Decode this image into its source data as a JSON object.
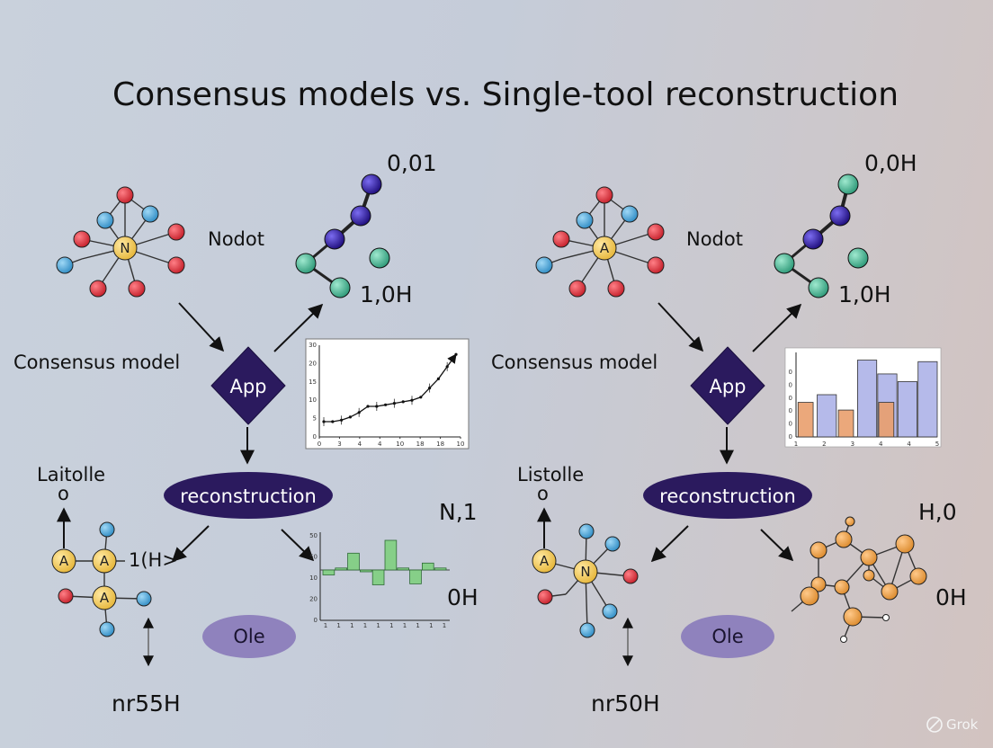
{
  "title": "Consensus models  vs.  Single-tool reconstruction",
  "left": {
    "top_value": "0,01",
    "node_label": "Nodot",
    "mid_value": "1,0H",
    "side_label": "Consensus model",
    "diamond_label": "App",
    "ellipse_label": "reconstruction",
    "bottom_label": "Laitolle",
    "bottom_small": "o",
    "pill_label": "Ole",
    "hub_letter": "N",
    "bottom_node_letter": "A",
    "inline_label": "1(H>",
    "right_value": "N,1",
    "right_value2": "0H",
    "foot_value": "nr55H"
  },
  "right": {
    "top_value": "0,0H",
    "node_label": "Nodot",
    "mid_value": "1,0H",
    "side_label": "Consensus model",
    "diamond_label": "App",
    "ellipse_label": "reconstruction",
    "bottom_label": "Listolle",
    "bottom_small": "o",
    "pill_label": "Ole",
    "hub_letter": "A",
    "bottom_hub_letter": "N",
    "bottom_node_letter": "A",
    "right_value": "H,0",
    "right_value2": "0H",
    "foot_value": "nr50H"
  },
  "watermark": "Grok",
  "colors": {
    "dark_purple": "#2b1a5e",
    "pill": "#8f82bd",
    "red_node": "#d62a33",
    "blue_node": "#3a9bd0",
    "yellow_node": "#f2c94c",
    "navy_node": "#2a168f",
    "teal_node": "#3aa88a",
    "orange_node": "#e79a3e",
    "bar_green": "#86cf88",
    "bar_blue": "#a8aee6",
    "bar_orange": "#e99f6d"
  },
  "chart_data": [
    {
      "type": "line",
      "x_ticks": [
        "0",
        "3",
        "4",
        "4",
        "10",
        "18",
        "18",
        "10"
      ],
      "y_ticks": [
        "30",
        "20",
        "15",
        "10",
        "5",
        "0"
      ],
      "x": [
        0,
        1,
        2,
        3,
        4,
        5,
        6,
        7,
        8,
        9,
        10,
        11,
        12,
        13,
        14,
        15
      ],
      "values": [
        5,
        5,
        5.5,
        6.5,
        8,
        10,
        10,
        10.5,
        11,
        11.5,
        12,
        13,
        16,
        19,
        23,
        27
      ],
      "ylim": [
        0,
        30
      ]
    },
    {
      "type": "bar",
      "x_ticks": [
        "1",
        "2",
        "3",
        "4",
        "4",
        "5"
      ],
      "y_ticks": [
        "0",
        "0",
        "0",
        "0",
        "0",
        "0"
      ],
      "series": [
        {
          "values": [
            0,
            0.55,
            0,
            1.0,
            0.82,
            0.72,
            0.98
          ]
        },
        {
          "values": [
            0.45,
            0,
            0.35,
            0,
            0.45,
            0,
            0
          ]
        }
      ],
      "ylim": [
        0,
        1.1
      ]
    },
    {
      "type": "bar",
      "x_ticks": [
        "1",
        "1",
        "1",
        "1",
        "1",
        "1",
        "1",
        "1",
        "1",
        "1"
      ],
      "y_ticks": [
        "50",
        "50",
        "10",
        "20",
        "0"
      ],
      "values": [
        -0.25,
        0.1,
        0.85,
        0.0,
        -0.75,
        1.5,
        0.1,
        -0.7,
        0.35,
        0.1
      ],
      "ylim": [
        -3,
        3
      ]
    }
  ]
}
